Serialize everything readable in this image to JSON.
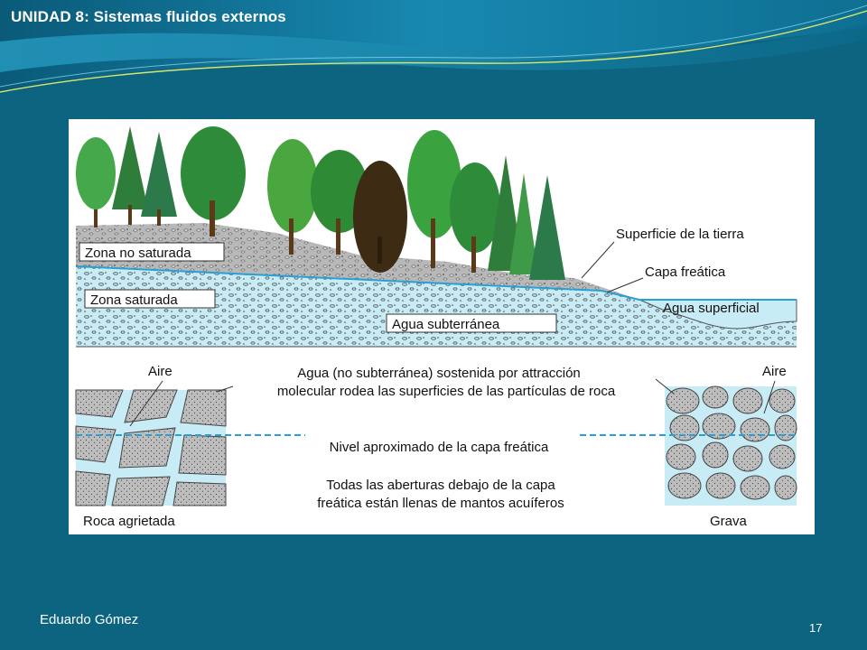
{
  "slide": {
    "title": "UNIDAD 8: Sistemas fluidos externos",
    "author": "Eduardo Gómez",
    "page_number": "17"
  },
  "diagram": {
    "labels": {
      "zona_no_saturada": "Zona no saturada",
      "zona_saturada": "Zona saturada",
      "agua_subterranea": "Agua  subterránea",
      "superficie_tierra": "Superficie de la tierra",
      "capa_freatica": "Capa freática",
      "agua_superficial": "Agua  superficial",
      "aire_left": "Aire",
      "aire_right": "Aire",
      "agua_sostenida_line1": "Agua (no subterránea) sostenida  por attracción",
      "agua_sostenida_line2": "molecular rodea las superficies de las partículas de roca",
      "nivel_aproximado": "Nivel aproximado de la capa freática",
      "aberturas_line1": "Todas las aberturas debajo de la capa",
      "aberturas_line2": "freática están llenas de mantos acuíferos",
      "roca_agrietada": "Roca agrietada",
      "grava": "Grava"
    },
    "colors": {
      "water": "#c8ecf6",
      "water_line": "#2a9fd6",
      "soil": "#b8b8b8",
      "rock": "#bdbdbd",
      "tree_green": "#2e8b3a",
      "tree_dark": "#3d2b14"
    }
  }
}
